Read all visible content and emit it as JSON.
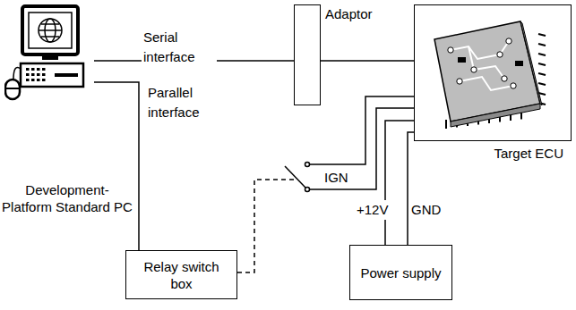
{
  "diagram": {
    "nodes": [
      {
        "text": [
          "Development- Platform Standard PC"
        ]
      },
      {
        "text": [
          "Adaptor"
        ]
      },
      {
        "text": [
          "Target ECU"
        ]
      },
      {
        "text": [
          "Relay switch box"
        ]
      },
      {
        "text": [
          "Power supply"
        ]
      }
    ],
    "edges": [
      {
        "from": 0,
        "to": 1,
        "arrow": "none",
        "label": "Serial interface"
      },
      {
        "from": 1,
        "to": 2,
        "arrow": "none"
      },
      {
        "from": 0,
        "to": 3,
        "arrow": "none",
        "label": "Parallel interface"
      },
      {
        "from": 4,
        "to": 2,
        "arrow": "none",
        "label": "+12V"
      },
      {
        "from": 4,
        "to": 2,
        "arrow": "none",
        "label": "GND"
      }
    ],
    "labels": [
      "IGN"
    ]
  }
}
